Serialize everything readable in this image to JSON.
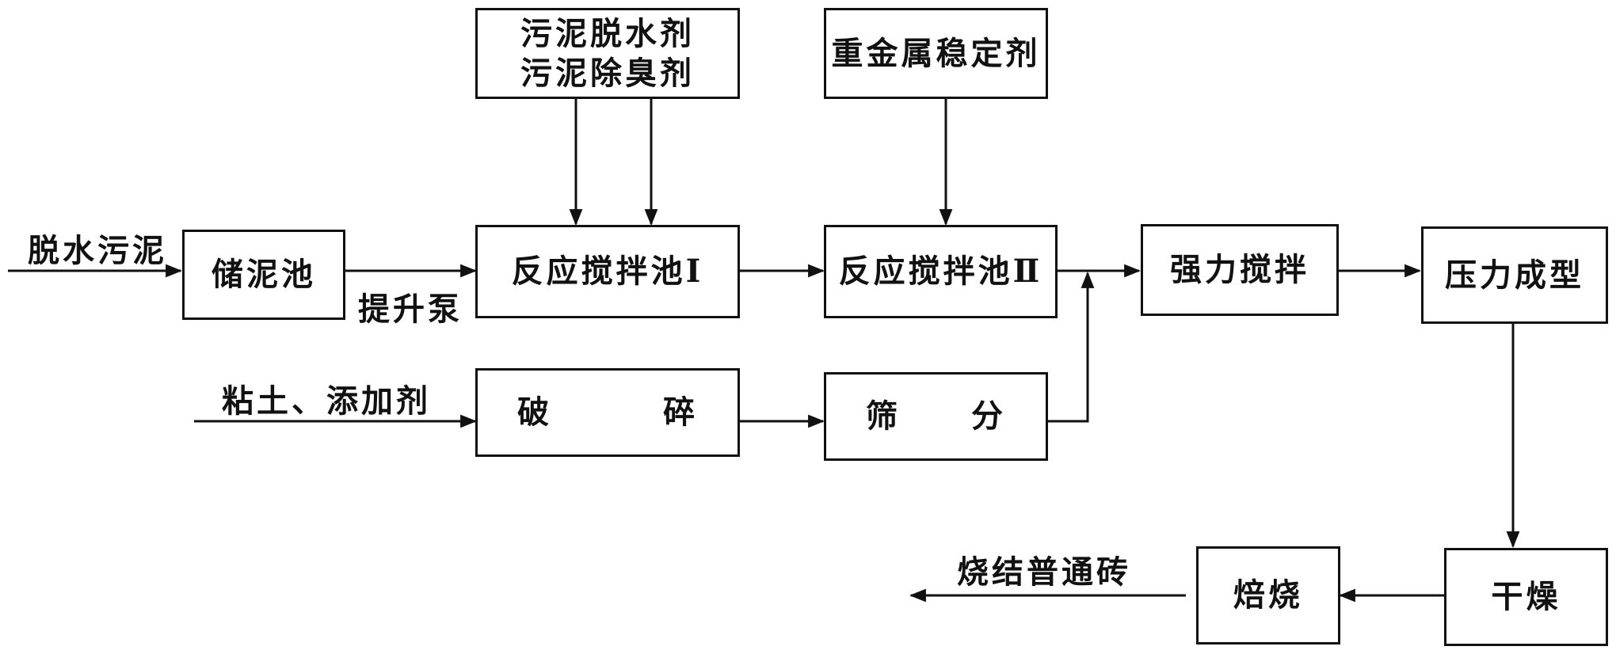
{
  "boxes": {
    "storage_tank": "储泥池",
    "sludge_agents": [
      "污泥脱水剂",
      "污泥除臭剂"
    ],
    "reaction_tank_1": "反应搅拌池Ⅰ",
    "heavy_metal_stabilizer": "重金属稳定剂",
    "reaction_tank_2": "反应搅拌池Ⅱ",
    "strong_mixing": "强力搅拌",
    "pressure_forming": "压力成型",
    "crushing": [
      "破",
      "碎"
    ],
    "screening": [
      "筛",
      "分"
    ],
    "drying": "干燥",
    "roasting": "焙烧"
  },
  "labels": {
    "dewatered_sludge": "脱水污泥",
    "lift_pump": "提升泵",
    "clay_additive": "粘土、添加剂",
    "product": "烧结普通砖"
  }
}
